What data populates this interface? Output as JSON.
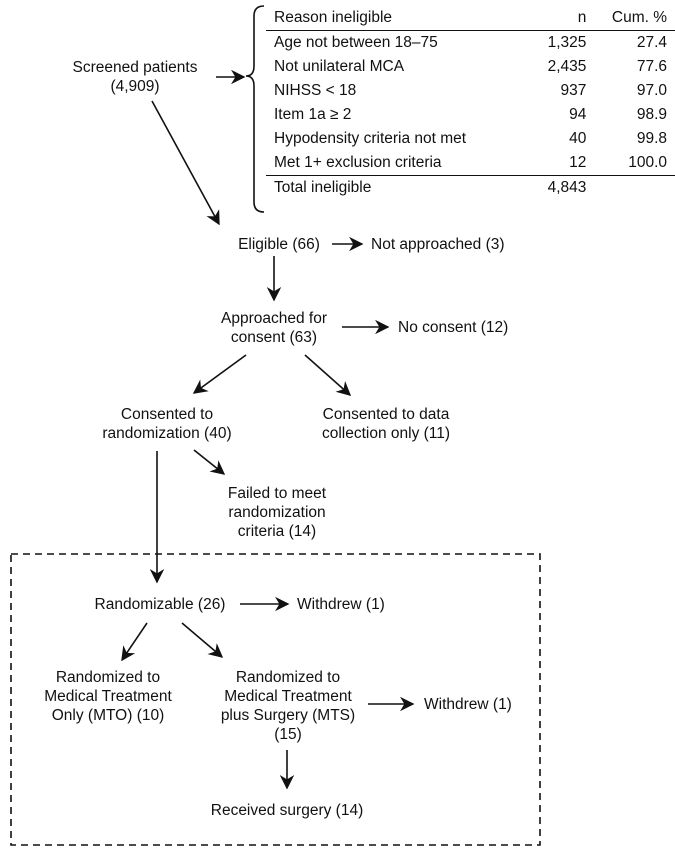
{
  "screening": {
    "table": {
      "headers": [
        "Reason ineligible",
        "n",
        "Cum. %"
      ],
      "rows": [
        {
          "reason": "Age not between 18–75",
          "n": "1,325",
          "cum": "27.4"
        },
        {
          "reason": "Not unilateral MCA",
          "n": "2,435",
          "cum": "77.6"
        },
        {
          "reason": "NIHSS < 18",
          "n": "937",
          "cum": "97.0"
        },
        {
          "reason": "Item 1a ≥ 2",
          "n": "94",
          "cum": "98.9"
        },
        {
          "reason": "Hypodensity criteria not met",
          "n": "40",
          "cum": "99.8"
        },
        {
          "reason": "Met 1+ exclusion criteria",
          "n": "12",
          "cum": "100.0"
        }
      ],
      "total": {
        "label": "Total ineligible",
        "n": "4,843"
      }
    }
  },
  "nodes": {
    "screened": [
      "Screened patients",
      "(4,909)"
    ],
    "eligible": [
      "Eligible (66)"
    ],
    "not_approached": [
      "Not approached (3)"
    ],
    "approached": [
      "Approached for",
      "consent (63)"
    ],
    "no_consent": [
      "No consent (12)"
    ],
    "consented_random": [
      "Consented to",
      "randomization (40)"
    ],
    "consented_data": [
      "Consented to data",
      "collection only (11)"
    ],
    "failed": [
      "Failed to meet",
      "randomization",
      "criteria (14)"
    ],
    "randomizable": [
      "Randomizable (26)"
    ],
    "withdrew_1": [
      "Withdrew (1)"
    ],
    "mto": [
      "Randomized to",
      "Medical Treatment",
      "Only (MTO) (10)"
    ],
    "mts": [
      "Randomized to",
      "Medical Treatment",
      "plus Surgery (MTS)",
      "(15)"
    ],
    "withdrew_2": [
      "Withdrew (1)"
    ],
    "surgery": [
      "Received surgery (14)"
    ]
  }
}
